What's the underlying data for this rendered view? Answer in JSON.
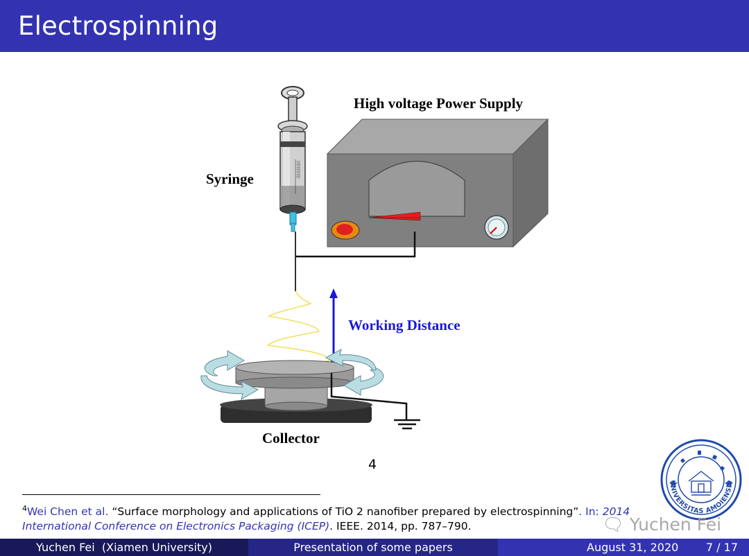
{
  "slide": {
    "title": "Electrospinning",
    "figure_ref": "4"
  },
  "figure": {
    "labels": {
      "power_supply": "High voltage Power Supply",
      "syringe": "Syringe",
      "working_distance": "Working Distance",
      "collector": "Collector"
    },
    "colors": {
      "box": "#808080",
      "arrow": "#1a1ad6",
      "fiber": "#f0e060",
      "rotation_arrow": "#b9dde3",
      "needle_tip": "#3fc1e6",
      "button": "#e02020",
      "needle": "#e03030"
    }
  },
  "footnote": {
    "mark": "4",
    "authors": "Wei Chen et al.",
    "title": "“Surface morphology and applications of TiO 2 nanofiber prepared by electrospinning”",
    "in_label": ". In:",
    "venue": "2014 International Conference on Electronics Packaging (ICEP)",
    "rest": ". IEEE. 2014, pp. 787–790."
  },
  "watermark": "Yuchen Fei",
  "footer": {
    "author": "Yuchen Fei",
    "affiliation": "(Xiamen University)",
    "presentation": "Presentation of some papers",
    "date": "August 31, 2020",
    "page": "7 / 17"
  },
  "logo": {
    "ring_text": "UNIVERSITAS AMOIENSIS"
  }
}
